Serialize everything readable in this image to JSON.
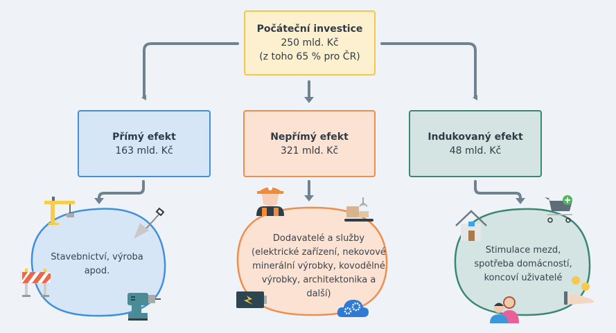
{
  "top": {
    "title": "Počáteční investice",
    "value": "250 mld. Kč",
    "note": "(z toho 65 % pro ČR)",
    "color": "#f6c746"
  },
  "effects": [
    {
      "title": "Přímý efekt",
      "value": "163 mld. Kč",
      "color": "#3f8fdc",
      "description": "Stavebnictví, výroba apod.",
      "icons": [
        "crane-icon",
        "shovel-icon",
        "road-barrier-icon",
        "drill-icon"
      ]
    },
    {
      "title": "Nepřímý efekt",
      "value": "321 mld. Kč",
      "color": "#ee8e4c",
      "description": "Dodavatelé a služby (elektrické zařízení, nekovové minerální výrobky, kovodělné výrobky, architektonika a další)",
      "icons": [
        "worker-icon",
        "boxes-conveyor-icon",
        "battery-icon",
        "cloud-gears-icon"
      ]
    },
    {
      "title": "Indukovaný efekt",
      "value": "48 mld. Kč",
      "color": "#3b8671",
      "description": "Stimulace mezd, spotřeba domácností, koncoví uživatelé",
      "icons": [
        "house-icon",
        "shopping-cart-icon",
        "coins-hand-icon",
        "family-icon"
      ]
    }
  ],
  "arrow_color": "#6f8290"
}
